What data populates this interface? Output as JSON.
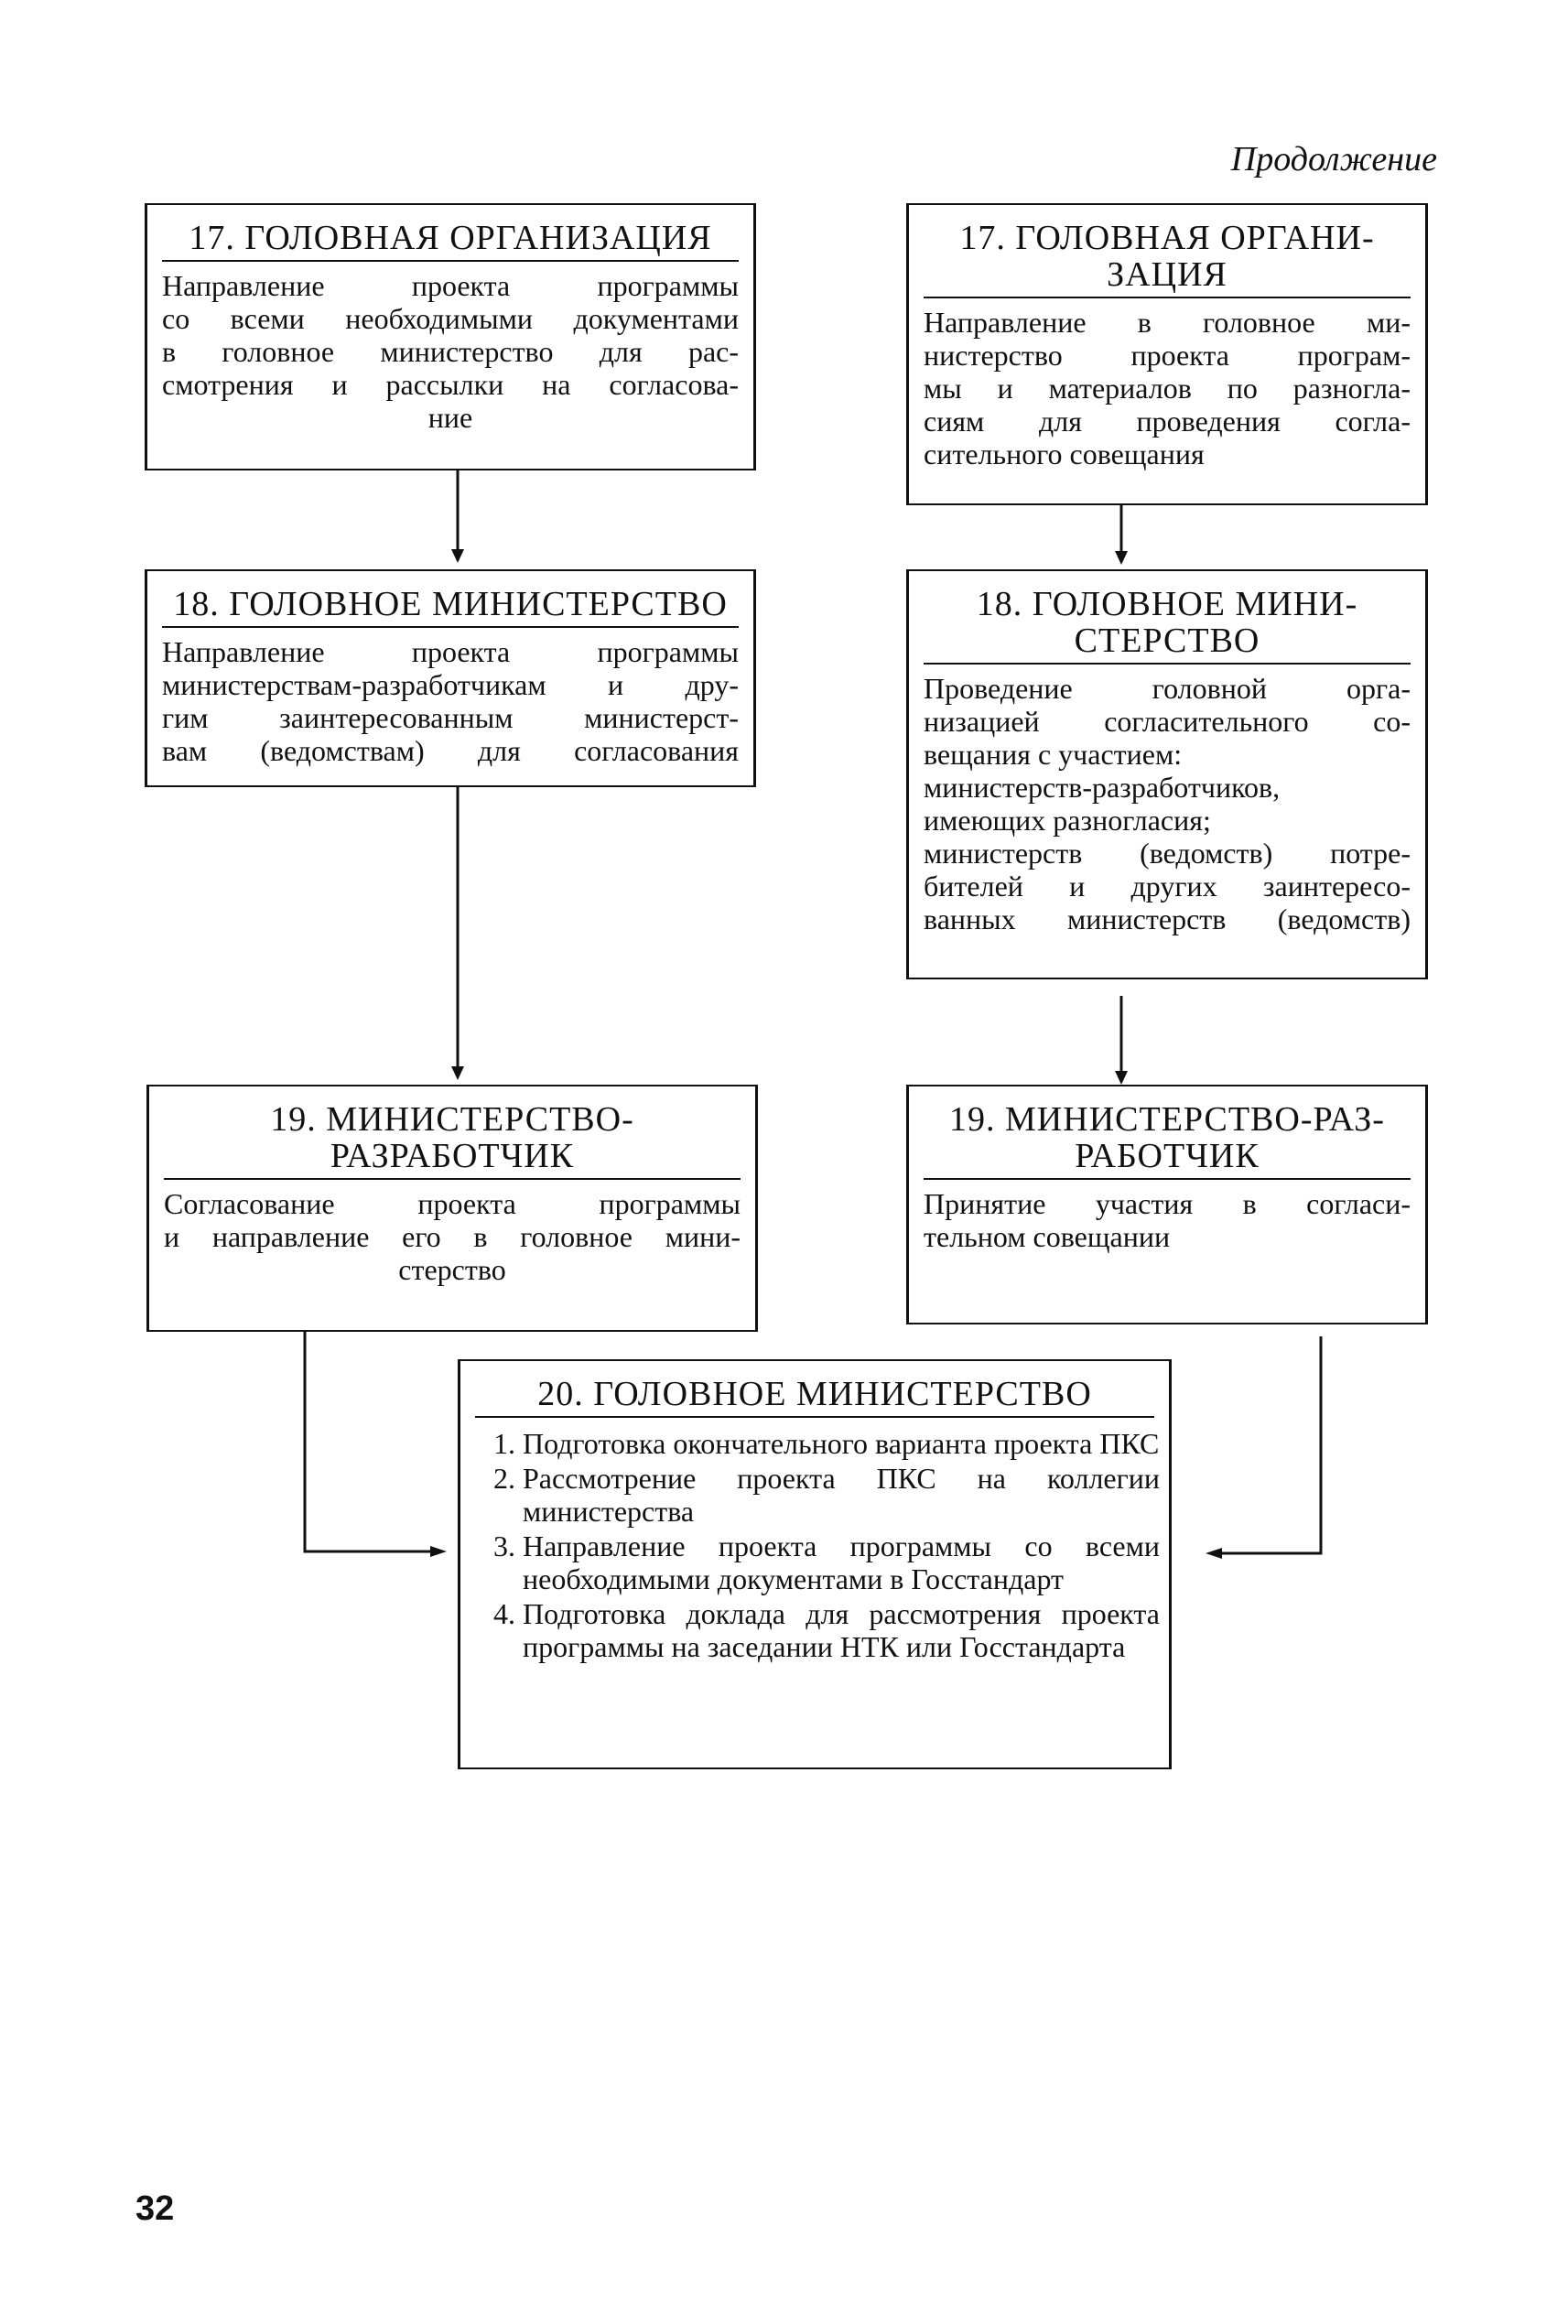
{
  "header": {
    "continued": "Продолжение"
  },
  "left": {
    "box17": {
      "title": "17. ГОЛОВНАЯ ОРГАНИЗАЦИЯ",
      "lines": [
        "Направление проекта программы",
        "со всеми необходимыми документами",
        "в головное министерство для рас-",
        "смотрения и рассылки на согласова-",
        "ние"
      ]
    },
    "box18": {
      "title": "18. ГОЛОВНОЕ МИНИСТЕРСТВО",
      "lines": [
        "Направление проекта программы",
        "министерствам-разработчикам и дру-",
        "гим заинтересованным министерст-",
        "вам (ведомствам) для согласования"
      ]
    },
    "box19": {
      "title_line1": "19. МИНИСТЕРСТВО-",
      "title_line2": "РАЗРАБОТЧИК",
      "lines": [
        "Согласование проекта программы",
        "и направление его в головное мини-",
        "стерство"
      ]
    }
  },
  "right": {
    "box17": {
      "title_line1": "17. ГОЛОВНАЯ ОРГАНИ-",
      "title_line2": "ЗАЦИЯ",
      "lines": [
        "Направление в головное ми-",
        "нистерство проекта програм-",
        "мы и материалов по разногла-",
        "сиям для проведения согла-",
        "сительного совещания"
      ]
    },
    "box18": {
      "title_line1": "18. ГОЛОВНОЕ МИНИ-",
      "title_line2": "СТЕРСТВО",
      "lines": [
        "Проведение головной орга-",
        "низацией согласительного со-",
        "вещания с участием:",
        "министерств-разработчиков,",
        "имеющих разногласия;",
        "министерств (ведомств) потре-",
        "бителей и других заинтересо-",
        "ванных министерств (ведомств)"
      ]
    },
    "box19": {
      "title_line1": "19. МИНИСТЕРСТВО-РАЗ-",
      "title_line2": "РАБОТЧИК",
      "lines": [
        "Принятие участия в согласи-",
        "тельном совещании"
      ]
    }
  },
  "center": {
    "box20": {
      "title": "20. ГОЛОВНОЕ МИНИСТЕРСТВО",
      "steps": [
        {
          "num": "1.",
          "text": "Подготовка окончательного варианта проекта ПКС"
        },
        {
          "num": "2.",
          "text": "Рассмотрение проекта ПКС на коллегии министерства"
        },
        {
          "num": "3.",
          "text": "Направление проекта программы со всеми необходимыми документами в Госстандарт"
        },
        {
          "num": "4.",
          "text": "Подготовка доклада для рассмотрения проекта программы на заседании НТК или Госстандарта"
        }
      ]
    }
  },
  "footer": {
    "page_number": "32"
  }
}
